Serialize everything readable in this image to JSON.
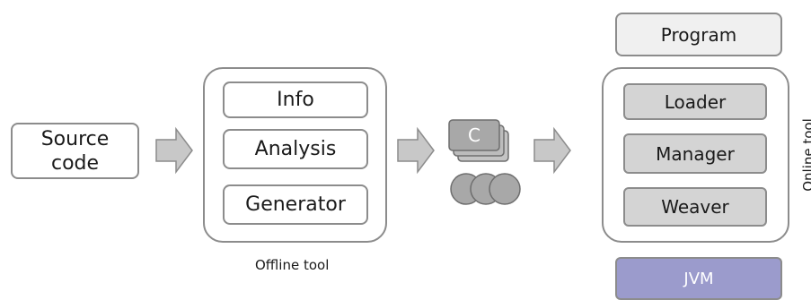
{
  "source": {
    "label_line1": "Source",
    "label_line2": "code"
  },
  "offline": {
    "caption": "Offline tool",
    "items": [
      {
        "label": "Info"
      },
      {
        "label": "Analysis"
      },
      {
        "label": "Generator"
      }
    ]
  },
  "artifacts": {
    "class_glyph": "C"
  },
  "online": {
    "caption": "Online tool",
    "program": "Program",
    "items": [
      {
        "label": "Loader"
      },
      {
        "label": "Manager"
      },
      {
        "label": "Weaver"
      }
    ]
  },
  "jvm": {
    "label": "JVM"
  },
  "colors": {
    "box_border": "#8c8c8c",
    "component_fill": "#d4d4d4",
    "program_fill": "#f0f0f0",
    "jvm_fill": "#9b9bcc",
    "arrow_fill": "#c8c8c8"
  }
}
